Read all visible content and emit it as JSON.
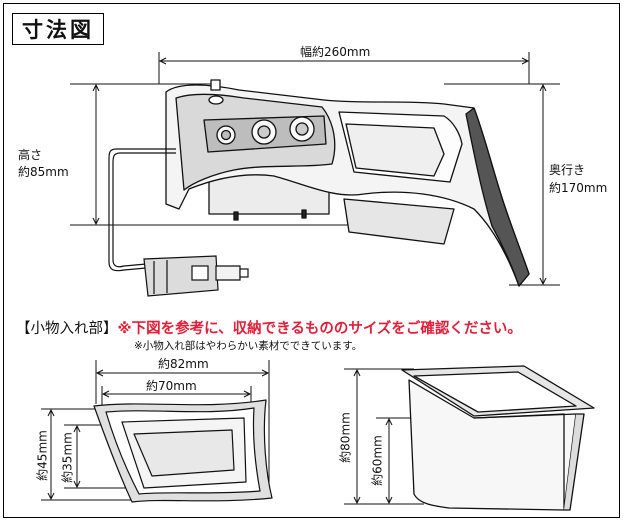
{
  "title": "寸法図",
  "main_diagram": {
    "width_label": "幅約260mm",
    "height_label_1": "高さ",
    "height_label_2": "約85mm",
    "depth_label_1": "奥行き",
    "depth_label_2": "約170mm"
  },
  "small_section": {
    "bracket_open": "【",
    "heading": "小物入れ部",
    "bracket_close": "】",
    "warning": "※下図を参考に、収納できるもののサイズをご確認ください。",
    "note": "※小物入れ部はやわらかい素材でできています。"
  },
  "top_view": {
    "outer_width": "約82mm",
    "inner_width": "約70mm",
    "outer_height": "約45mm",
    "inner_height": "約35mm"
  },
  "side_view": {
    "outer_height": "約80mm",
    "inner_height": "約60mm"
  }
}
